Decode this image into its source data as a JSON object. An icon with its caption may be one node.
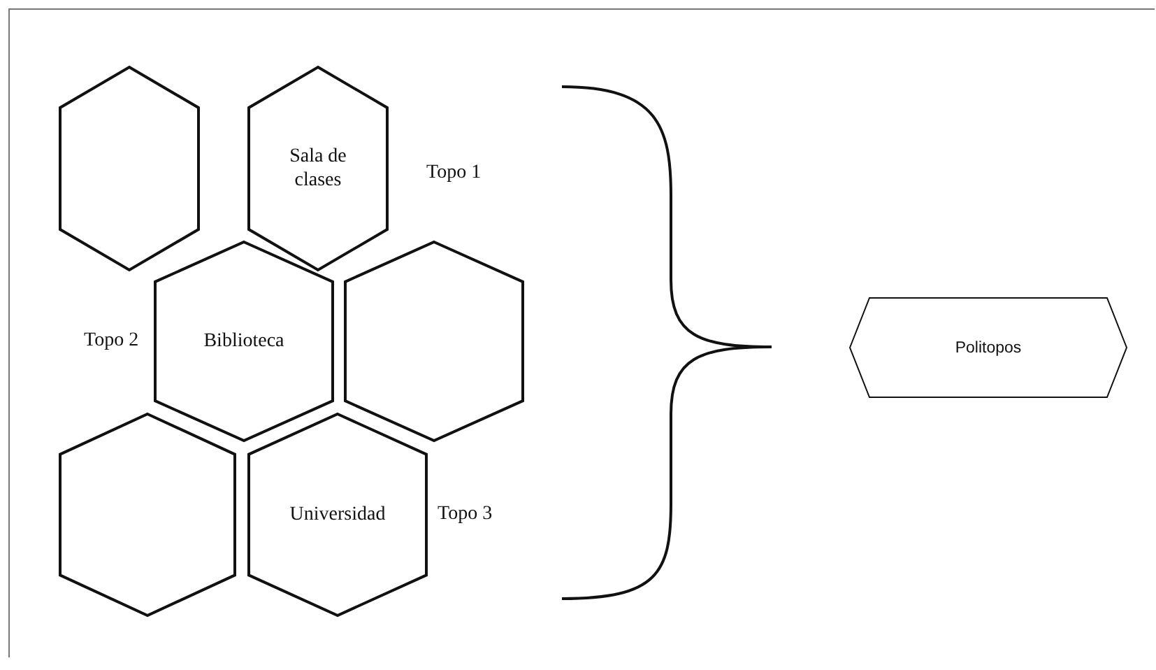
{
  "diagram": {
    "nodes": [
      {
        "text": [],
        "shape": "hexagon"
      },
      {
        "text": [
          "Sala de clases"
        ],
        "beside": [
          "Topo 1"
        ]
      },
      {
        "text": [
          "Biblioteca"
        ],
        "beside": [
          "Topo 2"
        ]
      },
      {
        "text": [],
        "shape": "hexagon"
      },
      {
        "text": [],
        "shape": "hexagon"
      },
      {
        "text": [
          "Universidad"
        ],
        "beside": [
          "Topo 3"
        ]
      },
      {
        "text": [
          "Politopos"
        ]
      }
    ]
  }
}
